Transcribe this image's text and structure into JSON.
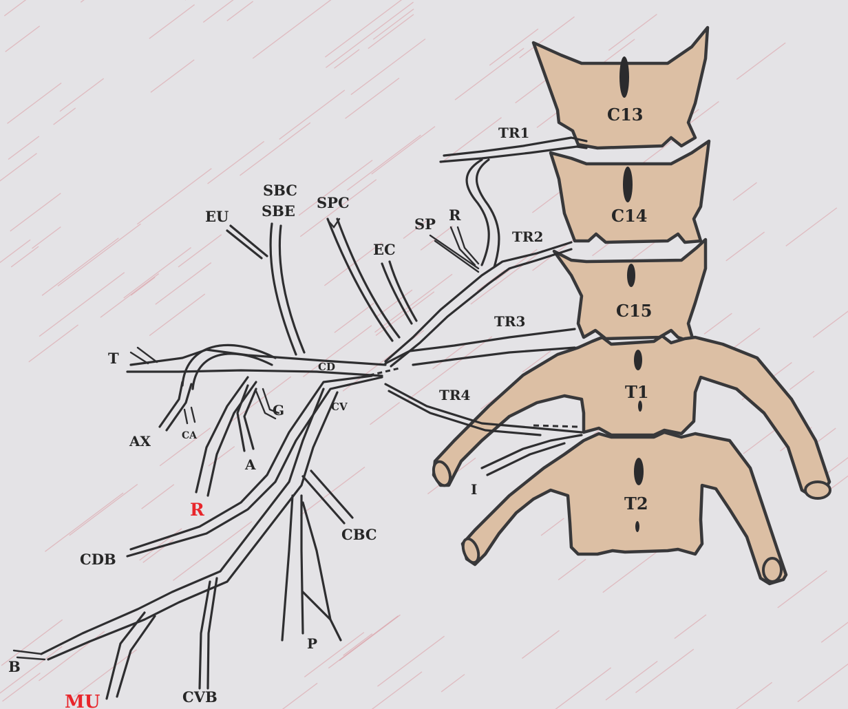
{
  "labels": {
    "c13": "C13",
    "c14": "C14",
    "c15": "C15",
    "t1": "T1",
    "t2": "T2",
    "tr1": "TR1",
    "tr2": "TR2",
    "tr3": "TR3",
    "tr4": "TR4",
    "sp": "SP",
    "r_top": "R",
    "ec": "EC",
    "spc": "SPC",
    "sbc": "SBC",
    "sbe": "SBE",
    "eu": "EU",
    "t": "T",
    "cd": "CD",
    "cv": "CV",
    "g": "G",
    "ax": "AX",
    "ca": "CA",
    "a": "A",
    "r_red": "R",
    "i": "I",
    "cbc": "CBC",
    "cdb": "CDB",
    "b": "B",
    "mu": "MU",
    "cvb": "CVB",
    "p": "P"
  },
  "colors": {
    "background": "#e4e3e6",
    "hatching": "#d98d95",
    "bone": "#dcbfa4",
    "ink": "#2e2e30",
    "highlight_label": "#e8262b"
  }
}
